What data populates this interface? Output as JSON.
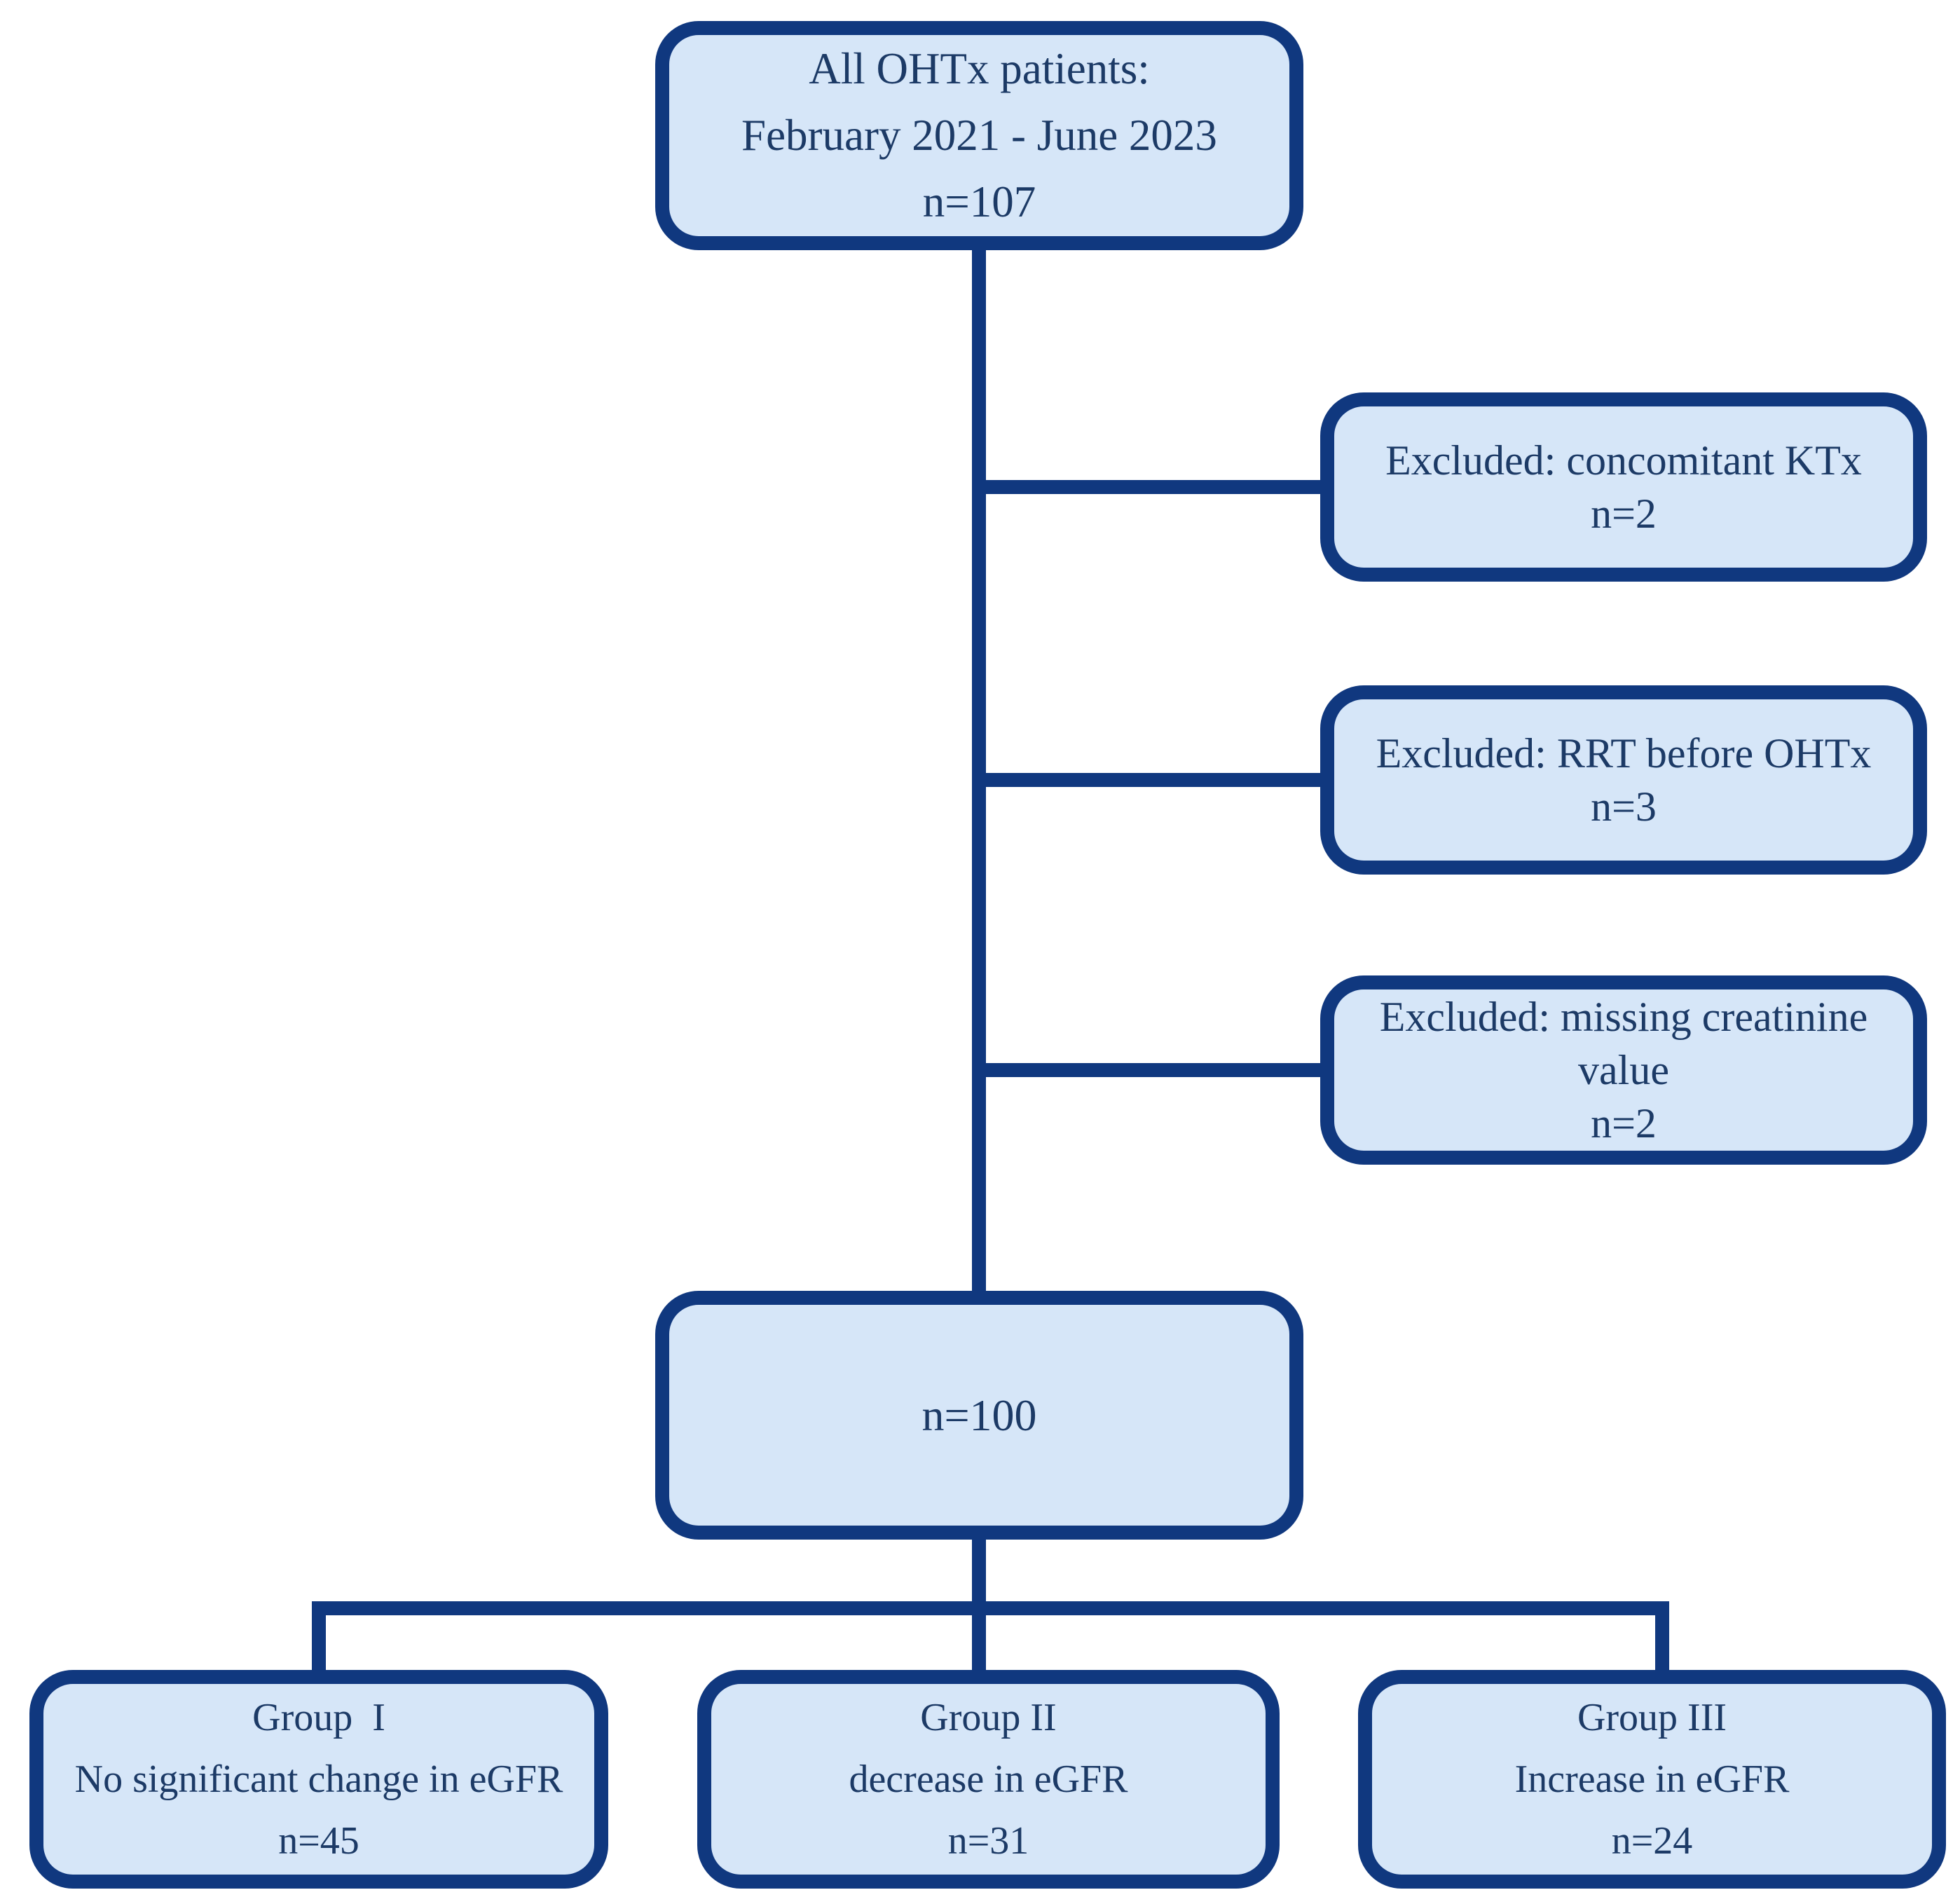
{
  "diagram": {
    "type": "patient-flow-chart",
    "colors": {
      "background": "#ffffff",
      "box_fill": "#d6e6f8",
      "box_border": "#10387f",
      "connector": "#10387f",
      "text": "#1c3a66"
    },
    "boxes": {
      "all_patients": {
        "lines": [
          "All OHTx patients:",
          "February 2021 - June 2023",
          "n=107"
        ]
      },
      "excluded_ktx": {
        "lines": [
          "Excluded: concomitant KTx",
          "n=2"
        ]
      },
      "excluded_rrt": {
        "lines": [
          "Excluded: RRT before OHTx",
          "n=3"
        ]
      },
      "excluded_creatinine": {
        "lines": [
          "Excluded: missing creatinine",
          "value",
          "n=2"
        ]
      },
      "included": {
        "lines": [
          "n=100"
        ]
      },
      "group1": {
        "lines": [
          "Group  I",
          "No significant change in eGFR",
          "n=45"
        ]
      },
      "group2": {
        "lines": [
          "Group II",
          "decrease in eGFR",
          "n=31"
        ]
      },
      "group3": {
        "lines": [
          "Group III",
          "Increase in eGFR",
          "n=24"
        ]
      }
    }
  }
}
